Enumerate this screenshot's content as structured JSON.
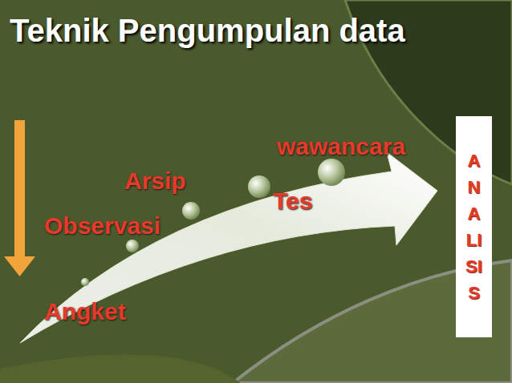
{
  "diagram": {
    "title": "Teknik Pengumpulan data",
    "nodes": [
      {
        "text": [
          "ANALISIS"
        ]
      }
    ],
    "labels": [
      "Angket",
      "Observasi",
      "Arsip",
      "Tes",
      "wawancara"
    ]
  }
}
